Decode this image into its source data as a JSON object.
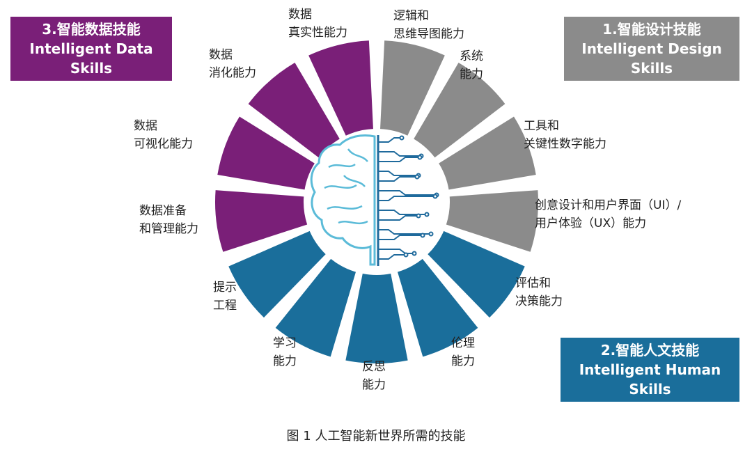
{
  "colors": {
    "design": "#8b8b8b",
    "human": "#1a6e9b",
    "data": "#7a1f78",
    "brain_left": "#5bbbd8",
    "brain_right": "#1f6a9c"
  },
  "segments": [
    {
      "category": "design",
      "label_lines": [
        "逻辑和",
        "思维导图能力"
      ]
    },
    {
      "category": "design",
      "label_lines": [
        "系统",
        "能力"
      ]
    },
    {
      "category": "design",
      "label_lines": [
        "工具和",
        "关键性数字能力"
      ]
    },
    {
      "category": "design",
      "label_lines": [
        "创意设计和用户界面（UI）/",
        "用户体验（UX）能力"
      ]
    },
    {
      "category": "human",
      "label_lines": [
        "评估和",
        "决策能力"
      ]
    },
    {
      "category": "human",
      "label_lines": [
        "伦理",
        "能力"
      ]
    },
    {
      "category": "human",
      "label_lines": [
        "反思",
        "能力"
      ]
    },
    {
      "category": "human",
      "label_lines": [
        "学习",
        "能力"
      ]
    },
    {
      "category": "human",
      "label_lines": [
        "提示",
        "工程"
      ]
    },
    {
      "category": "data",
      "label_lines": [
        "数据准备",
        "和管理能力"
      ]
    },
    {
      "category": "data",
      "label_lines": [
        "数据",
        "可视化能力"
      ]
    },
    {
      "category": "data",
      "label_lines": [
        "数据",
        "消化能力"
      ]
    },
    {
      "category": "data",
      "label_lines": [
        "数据",
        "真实性能力"
      ]
    }
  ],
  "boxes": {
    "data": {
      "line1": "3.智能数据技能",
      "line2": "Intelligent Data",
      "line3": "Skills"
    },
    "design": {
      "line1": "1.智能设计技能",
      "line2": "Intelligent Design",
      "line3": "Skills"
    },
    "human": {
      "line1": "2.智能人文技能",
      "line2": "Intelligent Human",
      "line3": "Skills"
    }
  },
  "caption": "图 1  人工智能新世界所需的技能"
}
